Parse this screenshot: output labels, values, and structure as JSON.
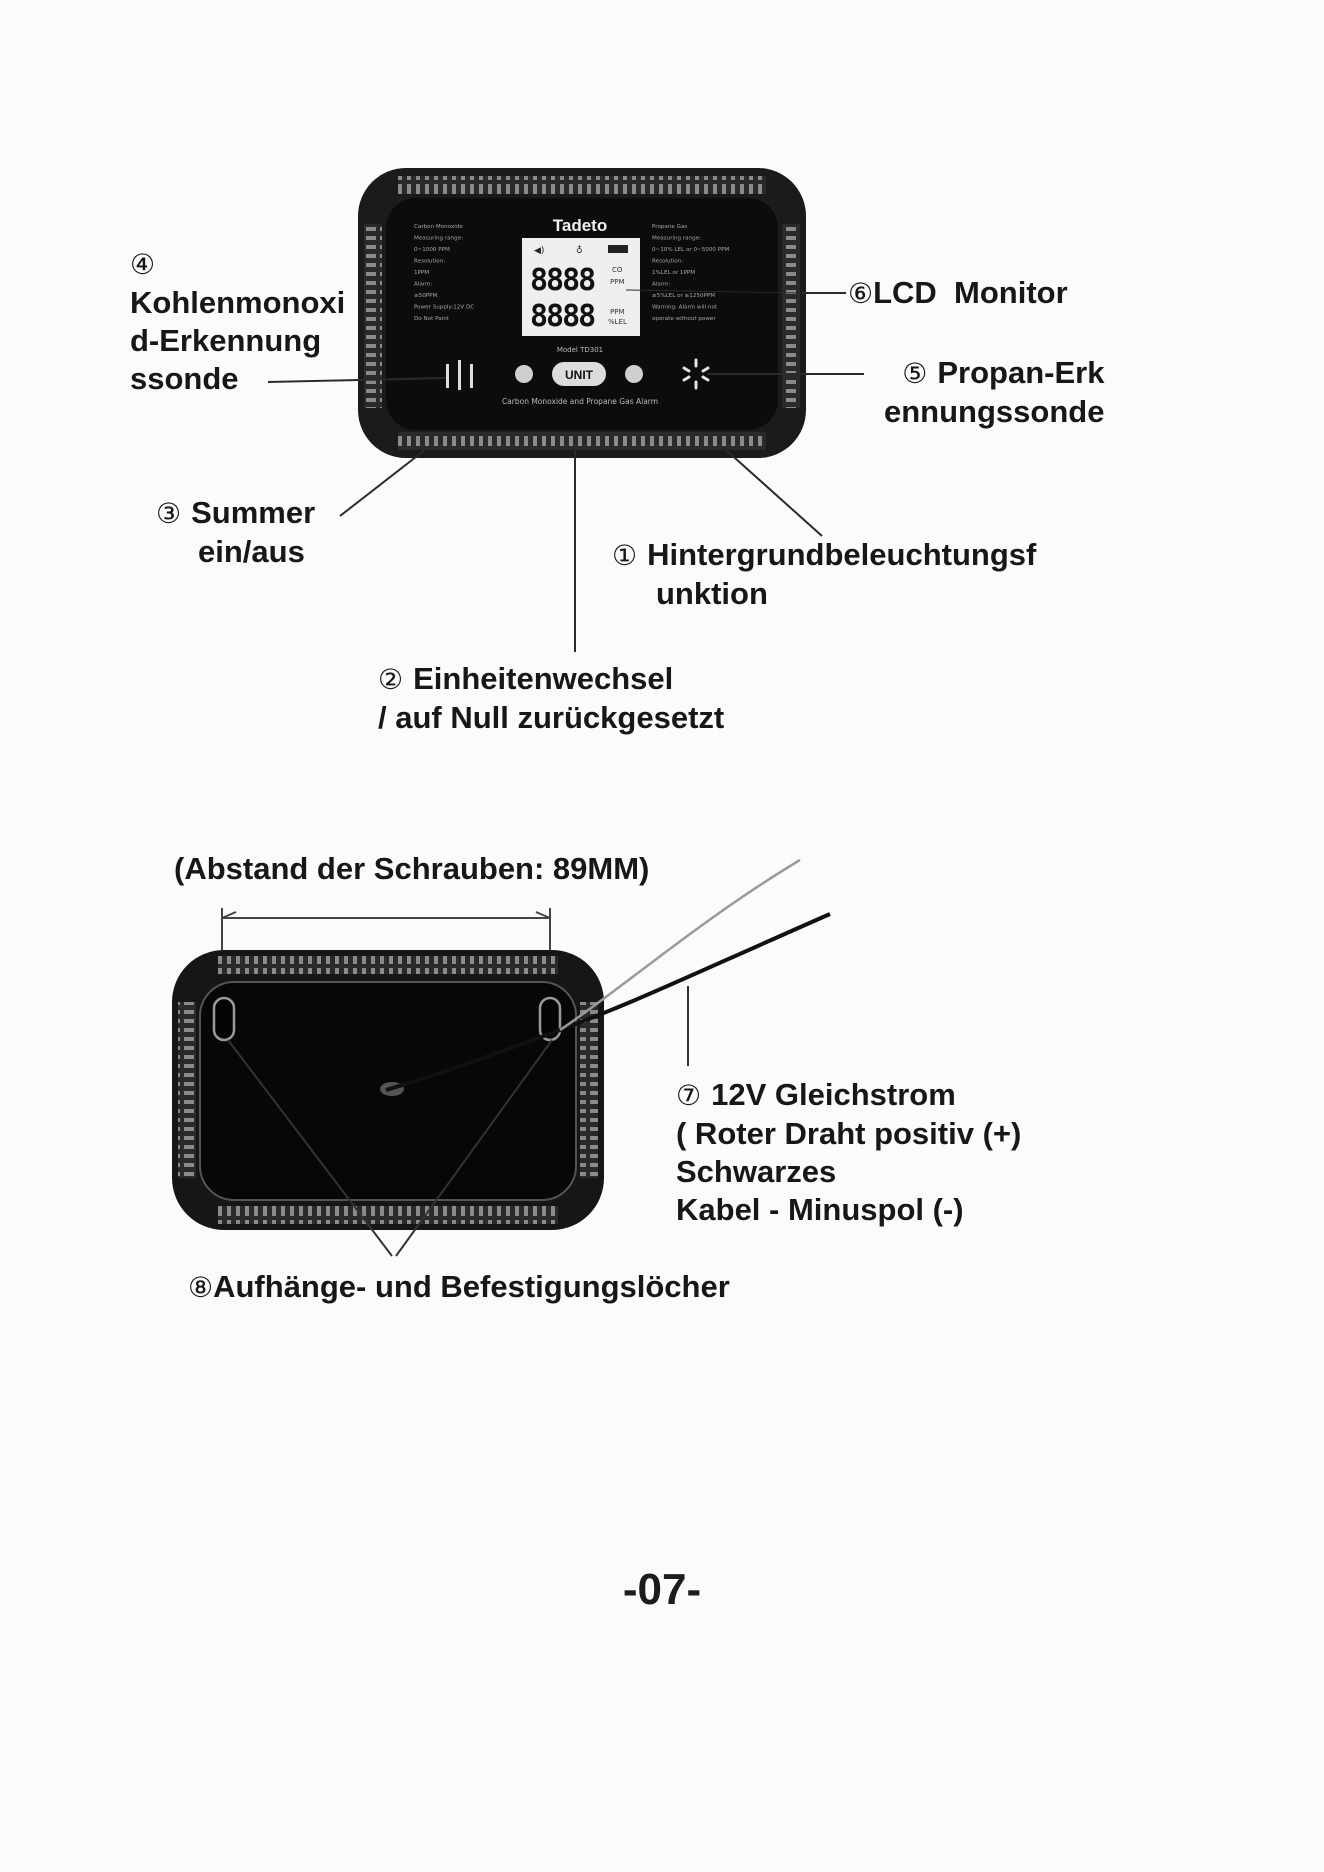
{
  "device": {
    "brand": "Tadeto",
    "model": "Model TD301",
    "footer": "Carbon Monoxide and Propane Gas Alarm",
    "unit_button": "UNIT",
    "lcd_digits": "8888",
    "lcd_unit_co": "CO",
    "lcd_unit_ppm": "PPM",
    "lcd_unit_lel": "%LEL",
    "left_specs": [
      "Carbon Monoxide",
      "Measuring range:",
      "0~1000 PPM",
      "Resolution:",
      "1PPM",
      "Alarm:",
      "≥50PPM",
      "Power Supply:12V DC",
      "Do Not Paint"
    ],
    "right_specs": [
      "Propane Gas",
      "Measuring range:",
      "0~10% LEL or 0~5000 PPM",
      "Resolution:",
      "1%LEL or 1PPM",
      "Alarm:",
      "≥5%LEL or ≥1250PPM",
      "Warning: Alarm will not",
      "operate without power"
    ]
  },
  "callouts": {
    "c4": {
      "num": "④",
      "lines": [
        "Kohlenmonoxi",
        "d-Erkennung",
        "ssonde"
      ]
    },
    "c6": {
      "num": "⑥",
      "text": "LCD  Monitor"
    },
    "c5": {
      "num": "⑤",
      "lines": [
        "Propan-Erk",
        "ennungssonde"
      ]
    },
    "c3": {
      "num": "③",
      "lines": [
        "Summer",
        "ein/aus"
      ]
    },
    "c1": {
      "num": "①",
      "lines": [
        "Hintergrundbeleuchtungsf",
        "unktion"
      ]
    },
    "c2": {
      "num": "②",
      "lines": [
        "Einheitenwechsel",
        "/ auf Null zurückgesetzt"
      ]
    }
  },
  "back": {
    "spacing": "(Abstand der Schrauben: 89MM)",
    "c7": {
      "num": "⑦",
      "lines": [
        "12V Gleichstrom",
        "( Roter Draht positiv (+)",
        "Schwarzes",
        "Kabel - Minuspol (-)"
      ]
    },
    "c8": {
      "num": "⑧",
      "text": "Aufhänge- und Befestigungslöcher"
    }
  },
  "page_number": "-07-"
}
